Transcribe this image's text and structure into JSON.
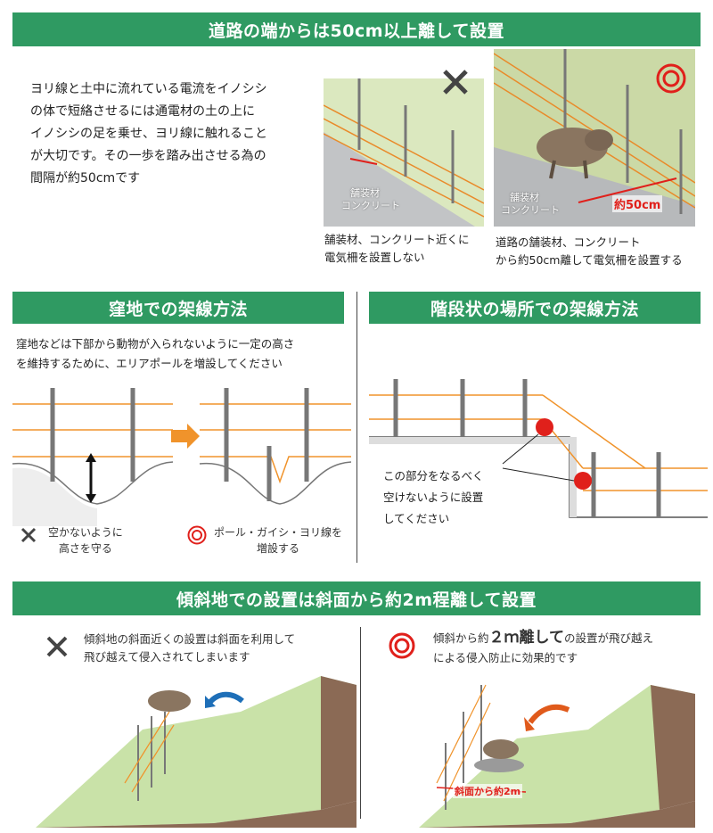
{
  "section1": {
    "title": "道路の端からは50cm以上離して設置",
    "body_lines": [
      "ヨリ線と土中に流れている電流をイノシシ",
      "の体で短絡させるには通電材の土の上に",
      "イノシシの足を乗せ、ヨリ線に触れること",
      "が大切です。その一歩を踏み出させる為の",
      "間隔が約50cmです"
    ],
    "photo_bad": {
      "label_line1": "舗装材",
      "label_line2": "コンクリート",
      "caption_line1": "舗装材、コンクリート近くに",
      "caption_line2": "電気柵を設置しない"
    },
    "photo_good": {
      "label_line1": "舗装材",
      "label_line2": "コンクリート",
      "distance": "約50cm",
      "caption_line1": "道路の舗装材、コンクリート",
      "caption_line2": "から約50cm離して電気柵を設置する"
    }
  },
  "section2": {
    "title": "窪地での架線方法",
    "body_lines": [
      "窪地などは下部から動物が入られないように一定の高さ",
      "を維持するために、エリアポールを増設してください"
    ],
    "bad_line1": "空かないように",
    "bad_line2": "高さを守る",
    "good_line1": "ポール・ガイシ・ヨリ線を",
    "good_line2": "増設する"
  },
  "section3": {
    "title": "階段状の場所での架線方法",
    "note_lines": [
      "この部分をなるべく",
      "空けないように設置",
      "してください"
    ]
  },
  "section4": {
    "title": "傾斜地での設置は斜面から約2m程離して設置",
    "bad_line1": "傾斜地の斜面近くの設置は斜面を利用して",
    "bad_line2": "飛び越えて侵入されてしまいます",
    "good_line1_pre": "傾斜から約",
    "good_line1_emph": "２ｍ離して",
    "good_line1_post": "の設置が飛び越え",
    "good_line2": "による侵入防止に効果的です",
    "distance": "斜面から約2m"
  },
  "colors": {
    "banner": "#2f9a62",
    "wire": "#f0932b",
    "red": "#e0201b",
    "ground": "#c9e2a8"
  }
}
